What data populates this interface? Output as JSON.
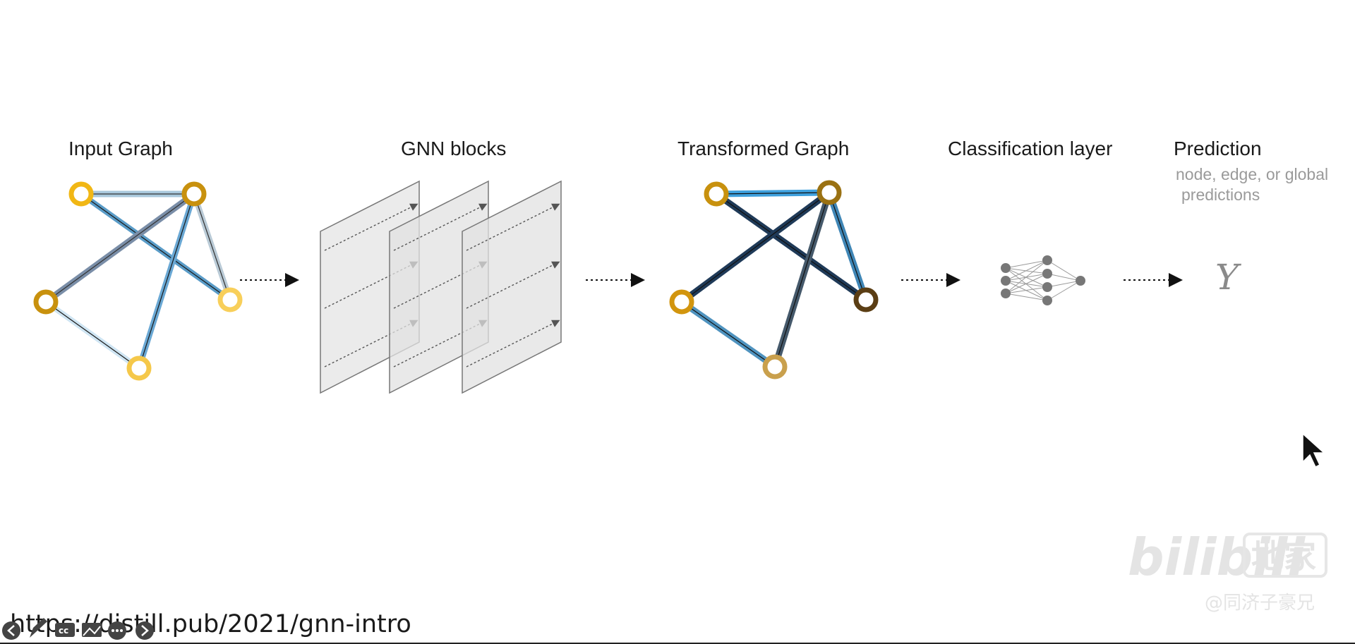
{
  "labels": {
    "input_graph": "Input Graph",
    "gnn_blocks": "GNN blocks",
    "transformed_graph": "Transformed Graph",
    "classification_layer": "Classification layer",
    "prediction": "Prediction",
    "prediction_sub_1": "node, edge, or global",
    "prediction_sub_2": "predictions",
    "prediction_symbol": "Y"
  },
  "footer": {
    "url": "https://distill.pub/2021/gnn-intro"
  },
  "watermark": {
    "brand": "bilibili",
    "brand_cn": "地家",
    "author": "@同济子豪兄"
  },
  "player_controls": [
    "prev-icon",
    "pen-icon",
    "cc-icon",
    "image-icon",
    "more-icon",
    "next-icon"
  ],
  "colors": {
    "node_gold": "#d49b1c",
    "node_yellow": "#f5c518",
    "node_dark": "#6b4a1a",
    "edge_blue": "#4a90c2",
    "edge_dark": "#1f3d5c"
  }
}
